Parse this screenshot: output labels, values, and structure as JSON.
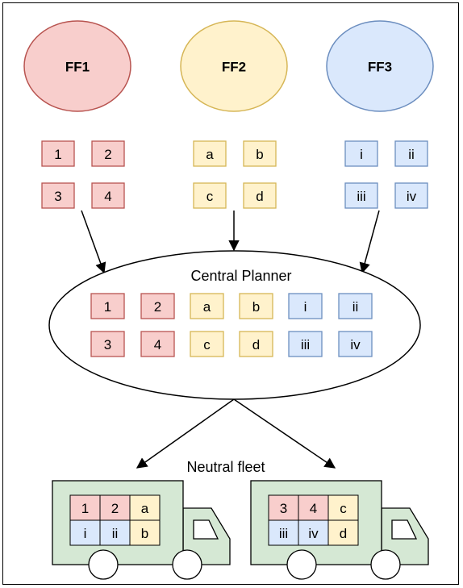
{
  "colors": {
    "red_fill": "#f8cecc",
    "red_stroke": "#b85450",
    "yellow_fill": "#fff2cc",
    "yellow_stroke": "#d6b656",
    "blue_fill": "#dae8fc",
    "blue_stroke": "#6c8ebf",
    "green_fill": "#d5e8d4",
    "green_stroke": "#82b366",
    "line": "#000000"
  },
  "forwarders": [
    {
      "label": "FF1",
      "color": "red",
      "items": [
        "1",
        "2",
        "3",
        "4"
      ]
    },
    {
      "label": "FF2",
      "color": "yellow",
      "items": [
        "a",
        "b",
        "c",
        "d"
      ]
    },
    {
      "label": "FF3",
      "color": "blue",
      "items": [
        "i",
        "ii",
        "iii",
        "iv"
      ]
    }
  ],
  "central_planner": {
    "label": "Central Planner",
    "rows": [
      [
        {
          "t": "1",
          "c": "red"
        },
        {
          "t": "2",
          "c": "red"
        },
        {
          "t": "a",
          "c": "yellow"
        },
        {
          "t": "b",
          "c": "yellow"
        },
        {
          "t": "i",
          "c": "blue"
        },
        {
          "t": "ii",
          "c": "blue"
        }
      ],
      [
        {
          "t": "3",
          "c": "red"
        },
        {
          "t": "4",
          "c": "red"
        },
        {
          "t": "c",
          "c": "yellow"
        },
        {
          "t": "d",
          "c": "yellow"
        },
        {
          "t": "iii",
          "c": "blue"
        },
        {
          "t": "iv",
          "c": "blue"
        }
      ]
    ]
  },
  "fleet": {
    "label": "Neutral fleet",
    "trucks": [
      {
        "cells": [
          [
            {
              "t": "1",
              "c": "red"
            },
            {
              "t": "2",
              "c": "red"
            },
            {
              "t": "a",
              "c": "yellow"
            }
          ],
          [
            {
              "t": "i",
              "c": "blue"
            },
            {
              "t": "ii",
              "c": "blue"
            },
            {
              "t": "b",
              "c": "yellow"
            }
          ]
        ]
      },
      {
        "cells": [
          [
            {
              "t": "3",
              "c": "red"
            },
            {
              "t": "4",
              "c": "red"
            },
            {
              "t": "c",
              "c": "yellow"
            }
          ],
          [
            {
              "t": "iii",
              "c": "blue"
            },
            {
              "t": "iv",
              "c": "blue"
            },
            {
              "t": "d",
              "c": "yellow"
            }
          ]
        ]
      }
    ]
  }
}
